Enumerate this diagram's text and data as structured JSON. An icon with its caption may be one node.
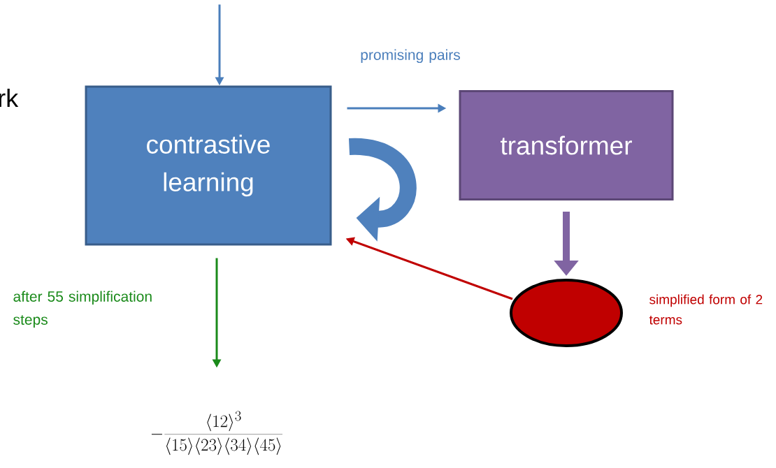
{
  "diagram": {
    "nodes": [
      {
        "text": [
          "contrastive learning"
        ]
      },
      {
        "text": [
          "transformer"
        ]
      },
      {
        "text": [],
        "shape": "ellipse",
        "beside": [
          "simplified form of 2 terms"
        ]
      },
      {
        "text": [
          "-\\frac{\\langle 12\\rangle^3}{\\langle 15\\rangle\\langle 23\\rangle\\langle 34\\rangle\\langle 45\\rangle}"
        ]
      }
    ],
    "edges": [
      {
        "from": null,
        "to": 0,
        "arrow": "to",
        "color": "#4a7ebb"
      },
      {
        "from": 0,
        "to": 1,
        "arrow": "to",
        "label": "promising pairs",
        "color": "#4a7ebb"
      },
      {
        "from": 0,
        "to": 0,
        "arrow": "to",
        "style": "thick",
        "color": "#4f81bd"
      },
      {
        "from": 1,
        "to": 2,
        "arrow": "to",
        "style": "thick",
        "color": "#8064a2"
      },
      {
        "from": 2,
        "to": 0,
        "arrow": "to",
        "color": "#c00000"
      },
      {
        "from": 0,
        "to": 3,
        "arrow": "to",
        "label": "after 55 simplification steps",
        "color": "#1a8a1a"
      }
    ],
    "labels": [
      "rk"
    ]
  }
}
